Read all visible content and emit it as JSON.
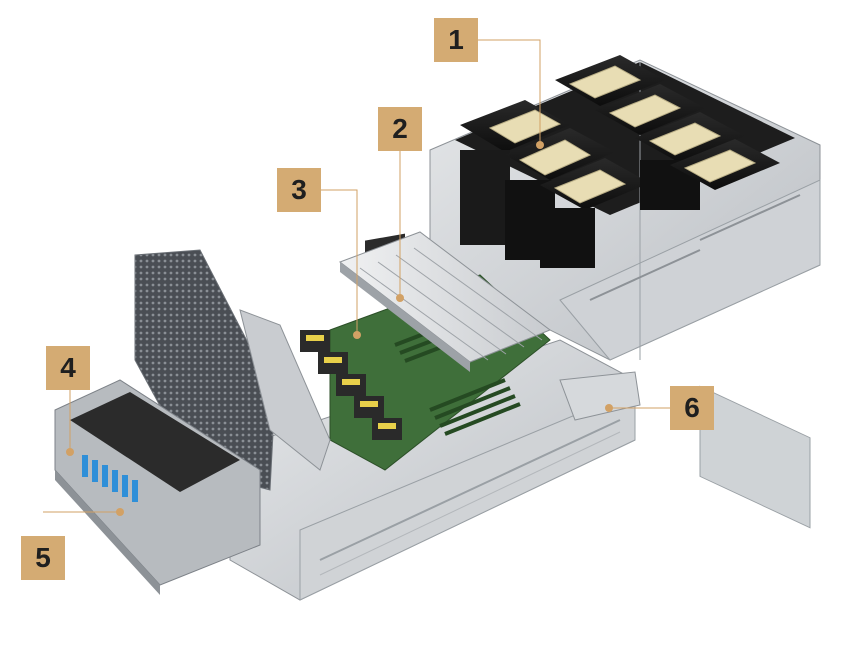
{
  "colors": {
    "callout_fill": "#d4ab73",
    "callout_text": "#1f1f1f",
    "leader_line": "#d2a165",
    "chassis_light": "#d7dadd",
    "chassis_mid": "#aeb2b7",
    "chassis_dark": "#6d7278",
    "gpu_body": "#161616",
    "gpu_cap": "#e9dfb8",
    "heatsink": "#c9ccd0",
    "motherboard": "#3f6f3a",
    "dimm": "#2f5a2c",
    "connector_blue": "#2f8fd8",
    "fan_yellow": "#e8d04a"
  },
  "callouts": [
    {
      "id": "1",
      "label": "1"
    },
    {
      "id": "2",
      "label": "2"
    },
    {
      "id": "3",
      "label": "3"
    },
    {
      "id": "4",
      "label": "4"
    },
    {
      "id": "5",
      "label": "5"
    },
    {
      "id": "6",
      "label": "6"
    }
  ],
  "illustration": {
    "subject": "server-chassis-exploded",
    "icons": [
      "gpu-module-icon",
      "heatsink-icon",
      "motherboard-icon",
      "fan-module-icon",
      "storage-bay-icon",
      "chassis-rail-icon"
    ]
  }
}
